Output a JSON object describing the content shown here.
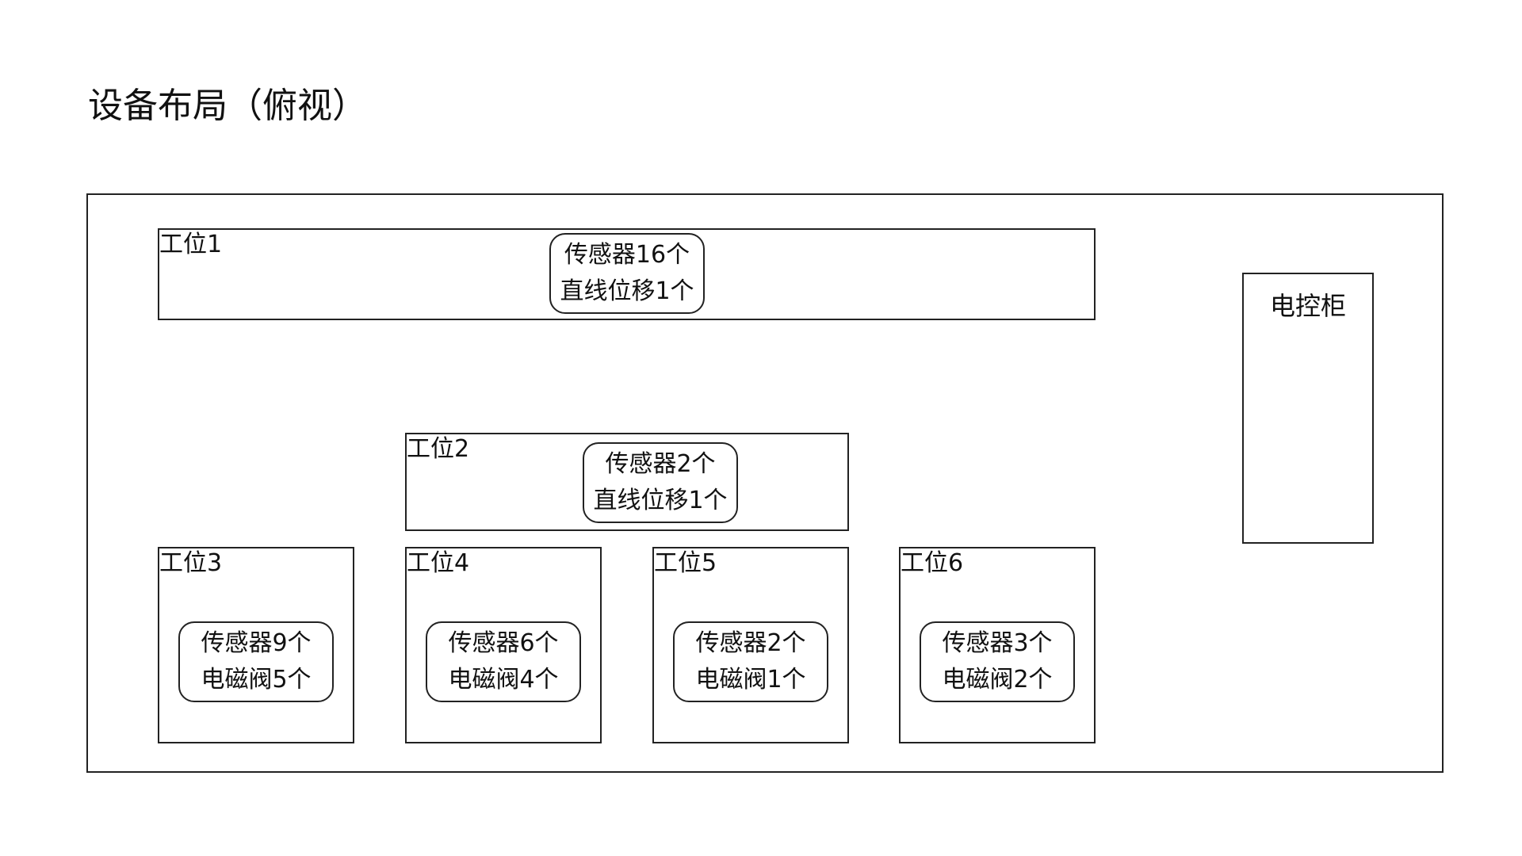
{
  "title": "设备布局（俯视）",
  "stations": [
    {
      "label": "工位1",
      "lines": [
        "传感器16个",
        "直线位移1个"
      ]
    },
    {
      "label": "工位2",
      "lines": [
        "传感器2个",
        "直线位移1个"
      ]
    },
    {
      "label": "工位3",
      "lines": [
        "传感器9个",
        "电磁阀5个"
      ]
    },
    {
      "label": "工位4",
      "lines": [
        "传感器6个",
        "电磁阀4个"
      ]
    },
    {
      "label": "工位5",
      "lines": [
        "传感器2个",
        "电磁阀1个"
      ]
    },
    {
      "label": "工位6",
      "lines": [
        "传感器3个",
        "电磁阀2个"
      ]
    }
  ],
  "cabinet": {
    "label": "电控柜"
  }
}
